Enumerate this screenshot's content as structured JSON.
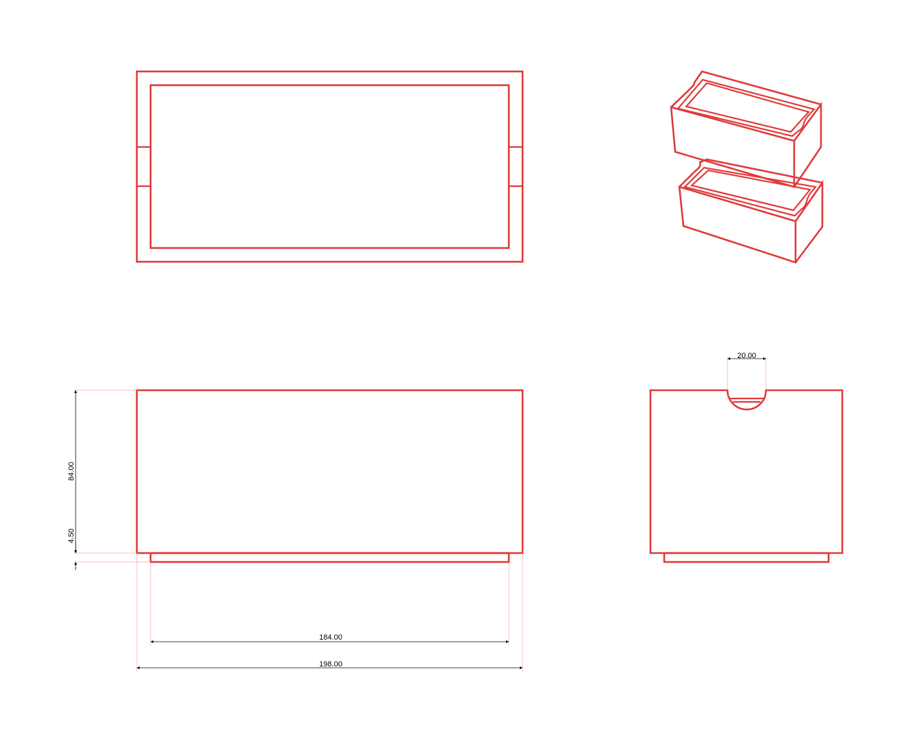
{
  "colors": {
    "outline": "#e03a3a",
    "extension": "#f2a9a9",
    "dimension": "#000000"
  },
  "dimensions": {
    "height_main": "84.00",
    "height_base": "4.50",
    "width_base": "184.00",
    "width_total": "198.00",
    "notch_width": "20.00"
  }
}
